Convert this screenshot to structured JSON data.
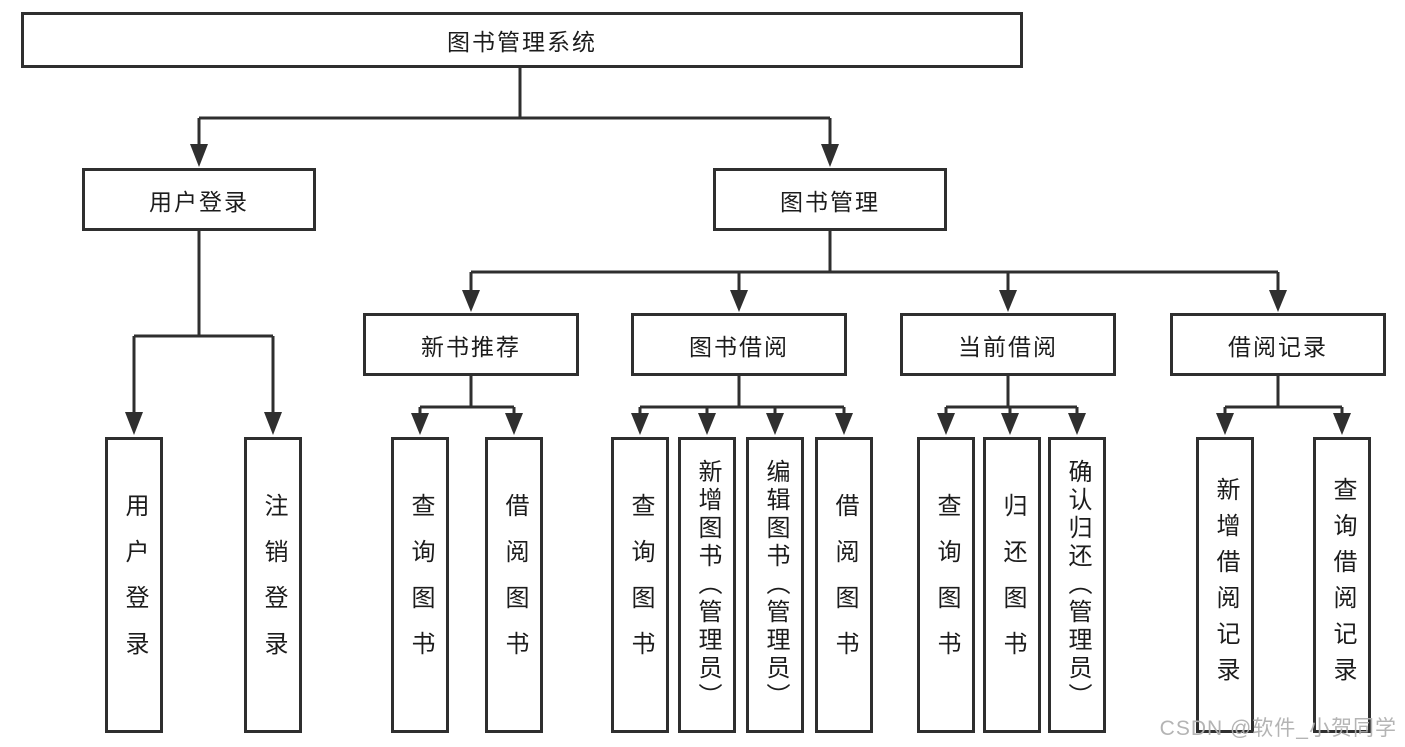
{
  "diagram": {
    "root": {
      "label": "图书管理系统"
    },
    "level2": {
      "user_login": "用户登录",
      "book_management": "图书管理"
    },
    "level3": {
      "new_book_recommend": "新书推荐",
      "book_borrowing": "图书借阅",
      "current_borrowing": "当前借阅",
      "borrowing_records": "借阅记录"
    },
    "leaves": {
      "user_login": "用户登录",
      "logout": "注销登录",
      "nb_query_books": "查询图书",
      "nb_borrow_books": "借阅图书",
      "bb_query_books": "查询图书",
      "bb_add_books_admin": "新增图书（管理员）",
      "bb_edit_books_admin": "编辑图书（管理员）",
      "bb_borrow_books": "借阅图书",
      "cb_query_books": "查询图书",
      "cb_return_books": "归还图书",
      "cb_confirm_return_admin": "确认归还（管理员）",
      "br_add_record": "新增借阅记录",
      "br_query_record": "查询借阅记录"
    }
  },
  "watermark": "CSDN @软件_小贺同学",
  "colors": {
    "line": "#2f2f2f",
    "text": "#1c1c1c",
    "watermark": "#b0b0b0",
    "background": "#ffffff"
  }
}
